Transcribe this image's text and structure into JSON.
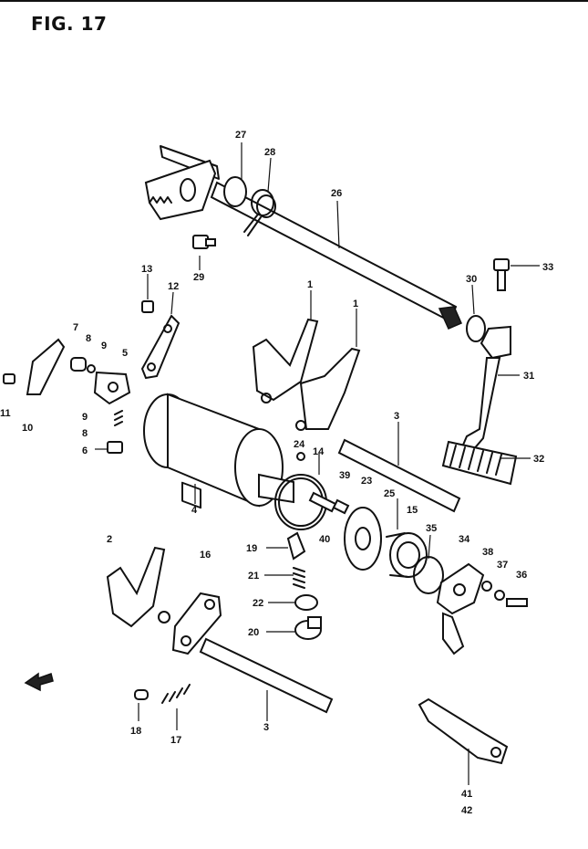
{
  "figure": {
    "title": "FIG. 17"
  },
  "callouts": [
    {
      "id": "c27",
      "text": "27"
    },
    {
      "id": "c28",
      "text": "28"
    },
    {
      "id": "c26",
      "text": "26"
    },
    {
      "id": "c29",
      "text": "29"
    },
    {
      "id": "c33",
      "text": "33"
    },
    {
      "id": "c13",
      "text": "13"
    },
    {
      "id": "c12",
      "text": "12"
    },
    {
      "id": "c30",
      "text": "30"
    },
    {
      "id": "c1a",
      "text": "1"
    },
    {
      "id": "c1b",
      "text": "1"
    },
    {
      "id": "c7",
      "text": "7"
    },
    {
      "id": "c8a",
      "text": "8"
    },
    {
      "id": "c9a",
      "text": "9"
    },
    {
      "id": "c5",
      "text": "5"
    },
    {
      "id": "c31",
      "text": "31"
    },
    {
      "id": "c11",
      "text": "11"
    },
    {
      "id": "c10",
      "text": "10"
    },
    {
      "id": "c9b",
      "text": "9"
    },
    {
      "id": "c8b",
      "text": "8"
    },
    {
      "id": "c3a",
      "text": "3"
    },
    {
      "id": "c6",
      "text": "6"
    },
    {
      "id": "c24",
      "text": "24"
    },
    {
      "id": "c14",
      "text": "14"
    },
    {
      "id": "c32",
      "text": "32"
    },
    {
      "id": "c4",
      "text": "4"
    },
    {
      "id": "c39",
      "text": "39"
    },
    {
      "id": "c23",
      "text": "23"
    },
    {
      "id": "c25",
      "text": "25"
    },
    {
      "id": "c15",
      "text": "15"
    },
    {
      "id": "c40",
      "text": "40"
    },
    {
      "id": "c35",
      "text": "35"
    },
    {
      "id": "c34",
      "text": "34"
    },
    {
      "id": "c2",
      "text": "2"
    },
    {
      "id": "c16",
      "text": "16"
    },
    {
      "id": "c19",
      "text": "19"
    },
    {
      "id": "c38",
      "text": "38"
    },
    {
      "id": "c37",
      "text": "37"
    },
    {
      "id": "c36",
      "text": "36"
    },
    {
      "id": "c21",
      "text": "21"
    },
    {
      "id": "c22",
      "text": "22"
    },
    {
      "id": "c20",
      "text": "20"
    },
    {
      "id": "c3b",
      "text": "3"
    },
    {
      "id": "c18",
      "text": "18"
    },
    {
      "id": "c17",
      "text": "17"
    },
    {
      "id": "c41",
      "text": "41"
    },
    {
      "id": "c42",
      "text": "42"
    }
  ]
}
